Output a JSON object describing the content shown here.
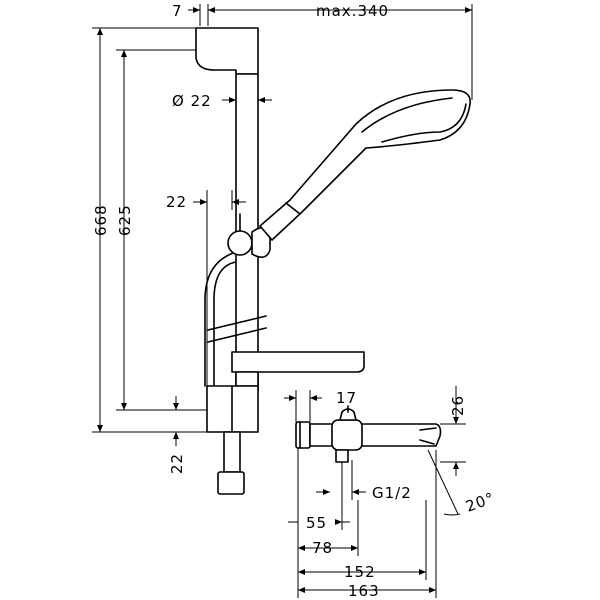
{
  "dimensions": {
    "wall_offset": "7",
    "max_reach": "max.340",
    "rail_diameter": "Ø 22",
    "total_height": "668",
    "rail_length": "625",
    "holder_offset": "22",
    "bottom_offset": "22",
    "mixer_height": "26",
    "spout_drop": "17",
    "thread": "G1/2",
    "spout_angle": "20°",
    "depth_55": "55",
    "depth_78": "78",
    "depth_152": "152",
    "depth_163": "163"
  }
}
